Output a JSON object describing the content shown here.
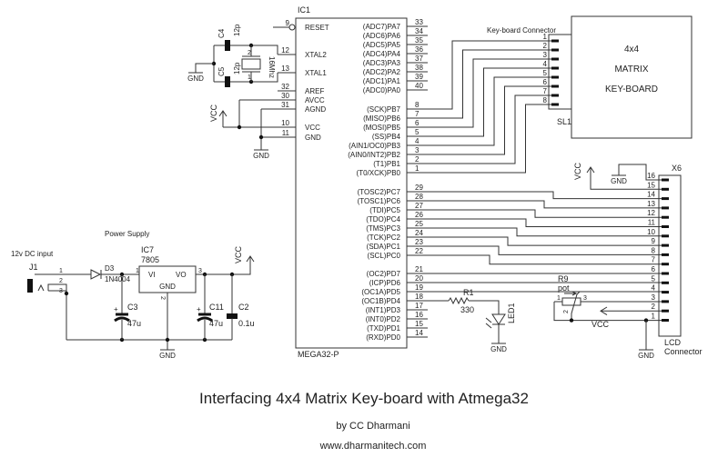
{
  "title": "Interfacing 4x4 Matrix Key-board with Atmega32",
  "author": "by CC Dharmani",
  "website": "www.dharmanitech.com",
  "net": {
    "gnd": "GND",
    "vcc": "VCC"
  },
  "ic1": {
    "ref": "IC1",
    "part": "MEGA32-P",
    "left_pins": [
      {
        "name": "RESET",
        "num": "9"
      },
      {
        "name": "XTAL2",
        "num": "12"
      },
      {
        "name": "XTAL1",
        "num": "13"
      },
      {
        "name": "AREF",
        "num": "32"
      },
      {
        "name": "AVCC",
        "num": "30"
      },
      {
        "name": "AGND",
        "num": "31"
      },
      {
        "name": "VCC",
        "num": "10"
      },
      {
        "name": "GND",
        "num": "11"
      }
    ],
    "porta": [
      {
        "name": "(ADC7)PA7",
        "num": "33"
      },
      {
        "name": "(ADC6)PA6",
        "num": "34"
      },
      {
        "name": "(ADC5)PA5",
        "num": "35"
      },
      {
        "name": "(ADC4)PA4",
        "num": "36"
      },
      {
        "name": "(ADC3)PA3",
        "num": "37"
      },
      {
        "name": "(ADC2)PA2",
        "num": "38"
      },
      {
        "name": "(ADC1)PA1",
        "num": "39"
      },
      {
        "name": "(ADC0)PA0",
        "num": "40"
      }
    ],
    "portb": [
      {
        "name": "(SCK)PB7",
        "num": "8"
      },
      {
        "name": "(MISO)PB6",
        "num": "7"
      },
      {
        "name": "(MOSI)PB5",
        "num": "6"
      },
      {
        "name": "(SS)PB4",
        "num": "5"
      },
      {
        "name": "(AIN1/OC0)PB3",
        "num": "4"
      },
      {
        "name": "(AIN0/INT2)PB2",
        "num": "3"
      },
      {
        "name": "(T1)PB1",
        "num": "2"
      },
      {
        "name": "(T0/XCK)PB0",
        "num": "1"
      }
    ],
    "portc": [
      {
        "name": "(TOSC2)PC7",
        "num": "29"
      },
      {
        "name": "(TOSC1)PC6",
        "num": "28"
      },
      {
        "name": "(TDI)PC5",
        "num": "27"
      },
      {
        "name": "(TDO)PC4",
        "num": "26"
      },
      {
        "name": "(TMS)PC3",
        "num": "25"
      },
      {
        "name": "(TCK)PC2",
        "num": "24"
      },
      {
        "name": "(SDA)PC1",
        "num": "23"
      },
      {
        "name": "(SCL)PC0",
        "num": "22"
      }
    ],
    "portd": [
      {
        "name": "(OC2)PD7",
        "num": "21"
      },
      {
        "name": "(ICP)PD6",
        "num": "20"
      },
      {
        "name": "(OC1A)PD5",
        "num": "19"
      },
      {
        "name": "(OC1B)PD4",
        "num": "18"
      },
      {
        "name": "(INT1)PD3",
        "num": "17"
      },
      {
        "name": "(INT0)PD2",
        "num": "16"
      },
      {
        "name": "(TXD)PD1",
        "num": "15"
      },
      {
        "name": "(RXD)PD0",
        "num": "14"
      }
    ]
  },
  "crystal": {
    "c4": "C4",
    "c4_value": "12p",
    "c5": "C5",
    "c5_value": "12p",
    "value": "16Mhz",
    "pins": [
      "2",
      "1"
    ]
  },
  "keyboard": {
    "connector_label": "Key-board Connector",
    "ref": "SL1",
    "pins": [
      "1",
      "2",
      "3",
      "4",
      "5",
      "6",
      "7",
      "8"
    ],
    "lines": [
      "4x4",
      "MATRIX",
      "KEY-BOARD"
    ]
  },
  "lcd": {
    "ref": "X6",
    "label": [
      "LCD",
      "Connector"
    ],
    "pins": [
      "1",
      "2",
      "3",
      "4",
      "5",
      "6",
      "7",
      "8",
      "9",
      "10",
      "11",
      "12",
      "13",
      "14",
      "15",
      "16"
    ]
  },
  "r9": {
    "ref": "R9",
    "value": "pot",
    "pins": [
      "1",
      "2",
      "3"
    ]
  },
  "r1": {
    "ref": "R1",
    "value": "330"
  },
  "led": {
    "ref": "LED1"
  },
  "power": {
    "title": "Power Supply",
    "input": "12v DC input",
    "j1": "J1",
    "j1_pins": [
      "1",
      "2",
      "3"
    ],
    "d3": "D3",
    "d3_value": "1N4004",
    "ic7": "IC7",
    "ic7_value": "7805",
    "vi": "VI",
    "vo": "VO",
    "ic7_gnd": "GND",
    "ic7_pins": [
      "1",
      "2",
      "3"
    ],
    "c3": "C3",
    "c3_value": "47u",
    "c11": "C11",
    "c11_value": "47u",
    "c2": "C2",
    "c2_value": "0.1u"
  }
}
